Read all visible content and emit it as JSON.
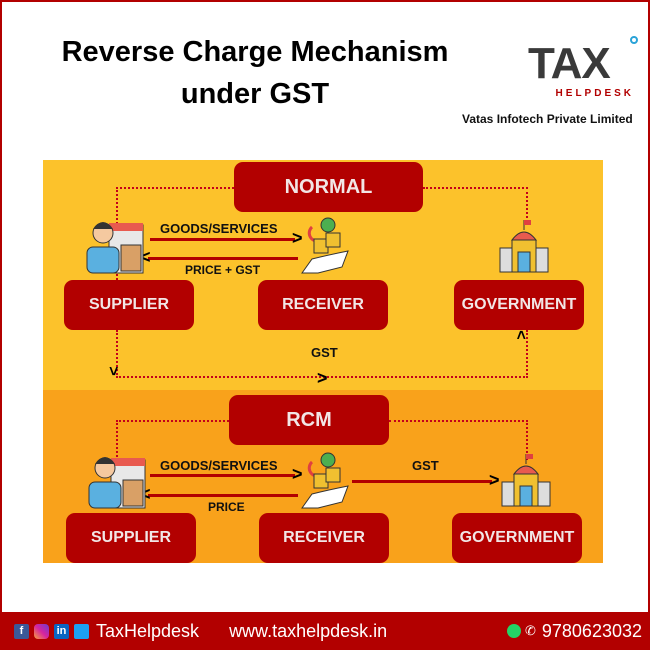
{
  "header": {
    "title_line1": "Reverse Charge Mechanism",
    "title_line2": "under GST"
  },
  "logo": {
    "brand": "TAX",
    "sub": "HELPDESK",
    "company": "Vatas Infotech Private Limited"
  },
  "normal": {
    "title": "NORMAL",
    "supplier": "SUPPLIER",
    "receiver": "RECEIVER",
    "government": "GOVERNMENT",
    "goods": "GOODS/SERVICES",
    "price": "PRICE + GST",
    "gst": "GST"
  },
  "rcm": {
    "title": "RCM",
    "supplier": "SUPPLIER",
    "receiver": "RECEIVER",
    "government": "GOVERNMENT",
    "goods": "GOODS/SERVICES",
    "price": "PRICE",
    "gst": "GST"
  },
  "footer": {
    "social_f": "f",
    "social_in": "in",
    "brand": "TaxHelpdesk",
    "website": "www.taxhelpdesk.in",
    "phone": "9780623032"
  },
  "colors": {
    "red": "#b20000",
    "yellow": "#fcc22b",
    "orange": "#f9a21b"
  }
}
